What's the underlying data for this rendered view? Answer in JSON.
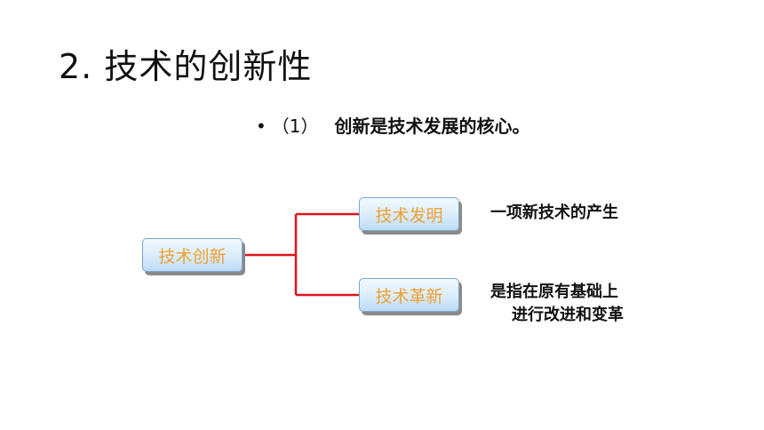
{
  "title": "2. 技术的创新性",
  "bullet": {
    "symbol": "•",
    "number": "（1）",
    "text": "创新是技术发展的核心。"
  },
  "diagram": {
    "root": "技术创新",
    "branches": [
      {
        "label": "技术发明",
        "note_lines": [
          "一项新技术的产生"
        ]
      },
      {
        "label": "技术革新",
        "note_lines": [
          "是指在原有基础上",
          "进行改进和变革"
        ]
      }
    ],
    "colors": {
      "connector": "#e0141e",
      "box_text": "#f0a030",
      "box_fill": "#d9ecfb",
      "box_border": "#7aa6cf"
    }
  }
}
